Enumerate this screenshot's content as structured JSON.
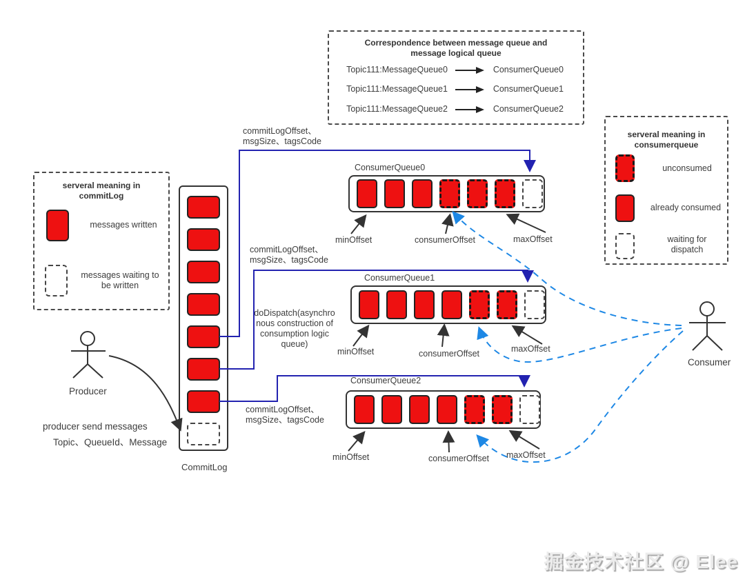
{
  "colors": {
    "block_red": "#ee1111",
    "navy_line": "#2222b0",
    "blue_dashed": "#1e88e5",
    "stroke_dark": "#333333"
  },
  "correspondence": {
    "title": "Correspondence between message queue and\nmessage logical queue",
    "rows": [
      {
        "from": "Topic111:MessageQueue0",
        "to": "ConsumerQueue0"
      },
      {
        "from": "Topic111:MessageQueue1",
        "to": "ConsumerQueue1"
      },
      {
        "from": "Topic111:MessageQueue2",
        "to": "ConsumerQueue2"
      }
    ]
  },
  "commitlog_legend": {
    "title": "serveral meaning in\ncommitLog",
    "written_label": "messages written",
    "waiting_label": "messages waiting to\nbe written"
  },
  "consumerqueue_legend": {
    "title": "serveral meaning in\nconsumerqueue",
    "unconsumed_label": "unconsumed",
    "consumed_label": "already consumed",
    "waiting_label": "waiting for\ndispatch"
  },
  "commitlog": {
    "label": "CommitLog",
    "blocks": [
      "written",
      "written",
      "written",
      "written",
      "written",
      "written",
      "written",
      "waiting"
    ]
  },
  "queues": [
    {
      "name": "ConsumerQueue0",
      "blocks": [
        "consumed",
        "consumed",
        "consumed",
        "unconsumed",
        "unconsumed",
        "unconsumed",
        "waiting"
      ]
    },
    {
      "name": "ConsumerQueue1",
      "blocks": [
        "consumed",
        "consumed",
        "consumed",
        "consumed",
        "unconsumed",
        "unconsumed",
        "waiting"
      ]
    },
    {
      "name": "ConsumerQueue2",
      "blocks": [
        "consumed",
        "consumed",
        "consumed",
        "consumed",
        "unconsumed",
        "unconsumed",
        "waiting"
      ]
    }
  ],
  "offset_labels": {
    "min": "minOffset",
    "consumer": "consumerOffset",
    "max": "maxOffset"
  },
  "annotations": {
    "commit_offset_info": "commitLogOffset、\nmsgSize、tagsCode",
    "do_dispatch": "doDispatch(asynchro\nnous construction of\nconsumption logic\nqueue)",
    "producer_label": "Producer",
    "producer_note1": "producer send messages",
    "producer_note2": "Topic、QueueId、Message",
    "consumer_label": "Consumer"
  },
  "watermark": "掘金技术社区 @ Elee"
}
